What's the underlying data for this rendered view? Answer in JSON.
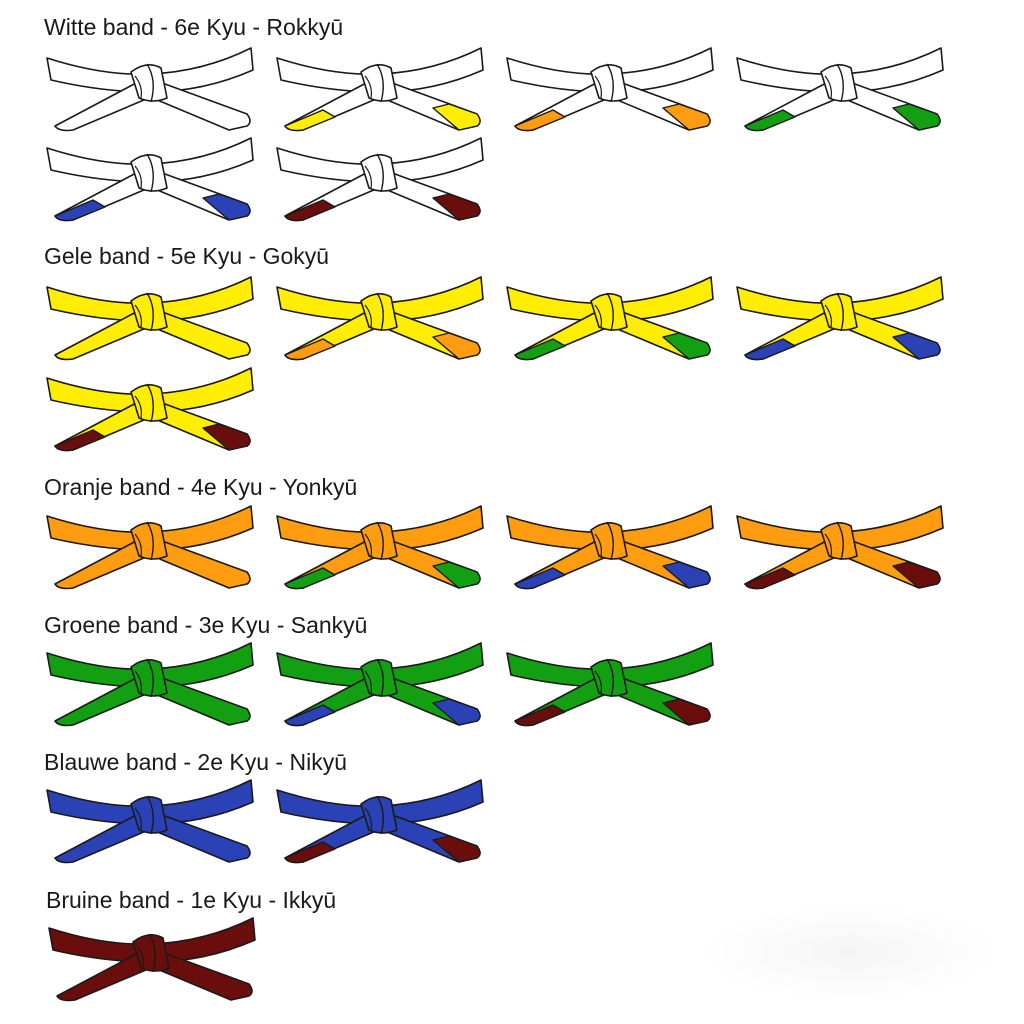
{
  "colors": {
    "white": "#ffffff",
    "yellow": "#ffee00",
    "orange": "#ff9c0f",
    "green": "#12a012",
    "blue": "#2a42b5",
    "brown": "#6a0d0d",
    "outline": "#1a1a1a"
  },
  "groups": [
    {
      "title": "Witte band - 6e Kyu - Rokkyū",
      "belts": [
        {
          "base": "white",
          "tip": null
        },
        {
          "base": "white",
          "tip": "yellow"
        },
        {
          "base": "white",
          "tip": "orange"
        },
        {
          "base": "white",
          "tip": "green"
        },
        {
          "base": "white",
          "tip": "blue"
        },
        {
          "base": "white",
          "tip": "brown"
        }
      ]
    },
    {
      "title": "Gele band - 5e Kyu - Gokyū",
      "belts": [
        {
          "base": "yellow",
          "tip": null
        },
        {
          "base": "yellow",
          "tip": "orange"
        },
        {
          "base": "yellow",
          "tip": "green"
        },
        {
          "base": "yellow",
          "tip": "blue"
        },
        {
          "base": "yellow",
          "tip": "brown"
        }
      ]
    },
    {
      "title": "Oranje band - 4e Kyu - Yonkyū",
      "belts": [
        {
          "base": "orange",
          "tip": null
        },
        {
          "base": "orange",
          "tip": "green"
        },
        {
          "base": "orange",
          "tip": "blue"
        },
        {
          "base": "orange",
          "tip": "brown"
        }
      ]
    },
    {
      "title": "Groene band - 3e Kyu - Sankyū",
      "belts": [
        {
          "base": "green",
          "tip": null
        },
        {
          "base": "green",
          "tip": "blue"
        },
        {
          "base": "green",
          "tip": "brown"
        }
      ]
    },
    {
      "title": "Blauwe band - 2e Kyu - Nikyū",
      "belts": [
        {
          "base": "blue",
          "tip": null
        },
        {
          "base": "blue",
          "tip": "brown"
        }
      ]
    },
    {
      "title": "Bruine band - 1e Kyu - Ikkyū",
      "belts": [
        {
          "base": "brown",
          "tip": null
        }
      ]
    }
  ]
}
